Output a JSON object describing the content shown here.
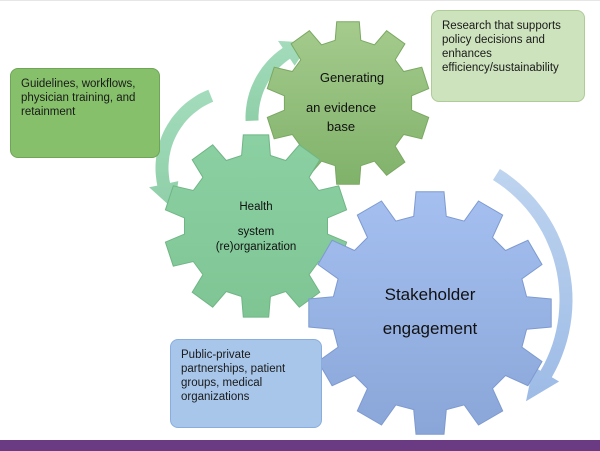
{
  "colors": {
    "gear_green_light": "#a8d8a6",
    "gear_green_mid": "#8fca8a",
    "gear_green_olive": "#93bf78",
    "gear_blue": "#97b3e3",
    "arrow_green": "#9fd6b2",
    "arrow_blue": "#a9c5ea",
    "bottom_bar": "#6a3a82"
  },
  "gears": {
    "generating": {
      "line1": "Generating",
      "line2": "an evidence",
      "line3": "base"
    },
    "health": {
      "line1": "Health",
      "line2": "system",
      "line3": "(re)organization"
    },
    "stakeholder": {
      "line1": "Stakeholder",
      "line2": "engagement"
    }
  },
  "boxes": {
    "guidelines": "Guidelines, workflows, physician training, and retainment",
    "research": "Research that supports policy decisions and enhances efficiency/sustainability",
    "public": "Public-private partnerships, patient groups, medical organizations"
  }
}
